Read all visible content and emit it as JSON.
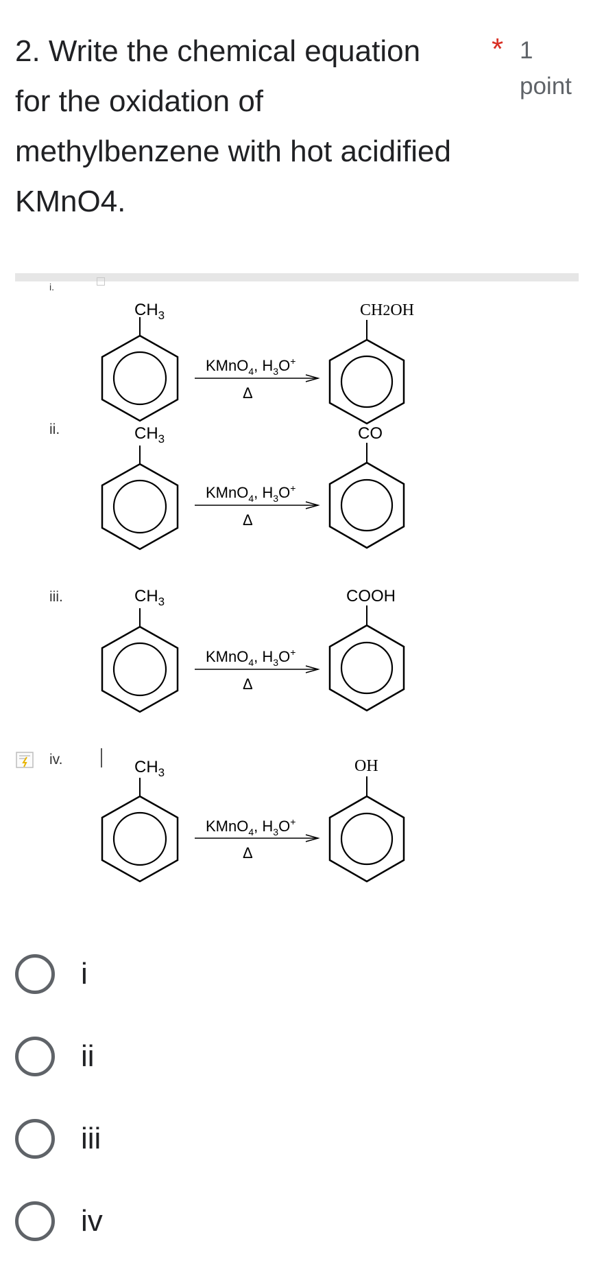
{
  "question": {
    "title": "2. Write the chemical equation for the oxidation of methylbenzene with hot acidified KMnO4.",
    "required_mark": "*",
    "points": "1 point"
  },
  "figure": {
    "numerals": [
      "i.",
      "ii.",
      "iii.",
      "iv."
    ],
    "reactant_group": "CH3",
    "reagent": "KMnO4, H3O+",
    "condition": "Δ",
    "products": [
      "CH2OH",
      "CO",
      "COOH",
      "OH"
    ]
  },
  "options": [
    {
      "label": "i"
    },
    {
      "label": "ii"
    },
    {
      "label": "iii"
    },
    {
      "label": "iv"
    }
  ]
}
